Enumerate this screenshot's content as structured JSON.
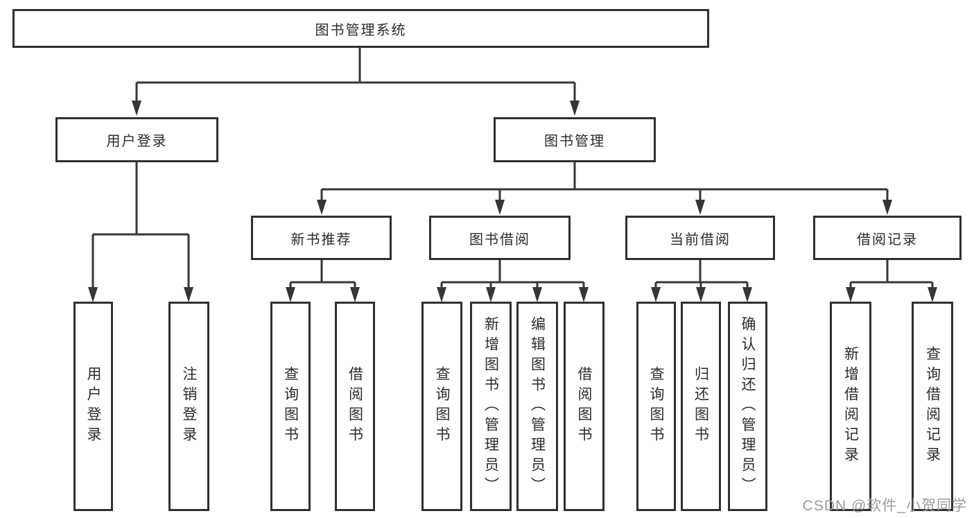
{
  "tree": {
    "label": "图书管理系统",
    "children": [
      {
        "label": "用户登录",
        "children": [
          {
            "label": "用户登录"
          },
          {
            "label": "注销登录"
          }
        ]
      },
      {
        "label": "图书管理",
        "children": [
          {
            "label": "新书推荐",
            "children": [
              {
                "label": "查询图书"
              },
              {
                "label": "借阅图书"
              }
            ]
          },
          {
            "label": "图书借阅",
            "children": [
              {
                "label": "查询图书"
              },
              {
                "label": "新增图书（管理员）"
              },
              {
                "label": "编辑图书（管理员）"
              },
              {
                "label": "借阅图书"
              }
            ]
          },
          {
            "label": "当前借阅",
            "children": [
              {
                "label": "查询图书"
              },
              {
                "label": "归还图书"
              },
              {
                "label": "确认归还（管理员）"
              }
            ]
          },
          {
            "label": "借阅记录",
            "children": [
              {
                "label": "新增借阅记录"
              },
              {
                "label": "查询借阅记录"
              }
            ]
          }
        ]
      }
    ]
  },
  "watermark": {
    "text": "CSDN @软件_小贺同学"
  },
  "colors": {
    "line": "#363636",
    "box_border": "#303030",
    "text": "#2b2b2b",
    "watermark": "#9c9c9c",
    "background": "#ffffff"
  }
}
